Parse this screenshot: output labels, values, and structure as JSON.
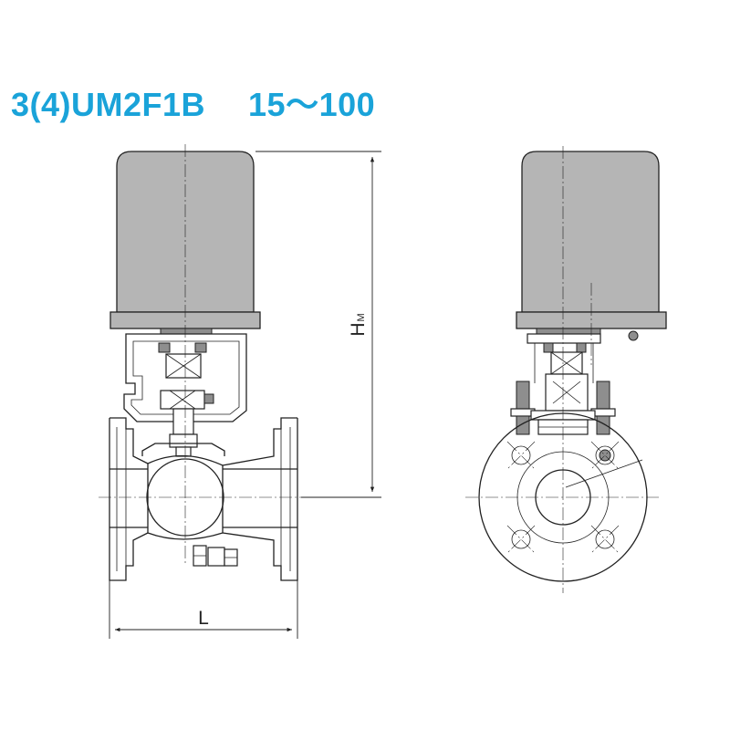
{
  "title": "3(4)UM2F1B　 15〜100",
  "colors": {
    "title": "#1aa3d9",
    "actuator_fill": "#b5b5b5",
    "line": "#222222"
  },
  "dimensions": {
    "height": {
      "main": "H",
      "sub": "M"
    },
    "length": "L"
  }
}
